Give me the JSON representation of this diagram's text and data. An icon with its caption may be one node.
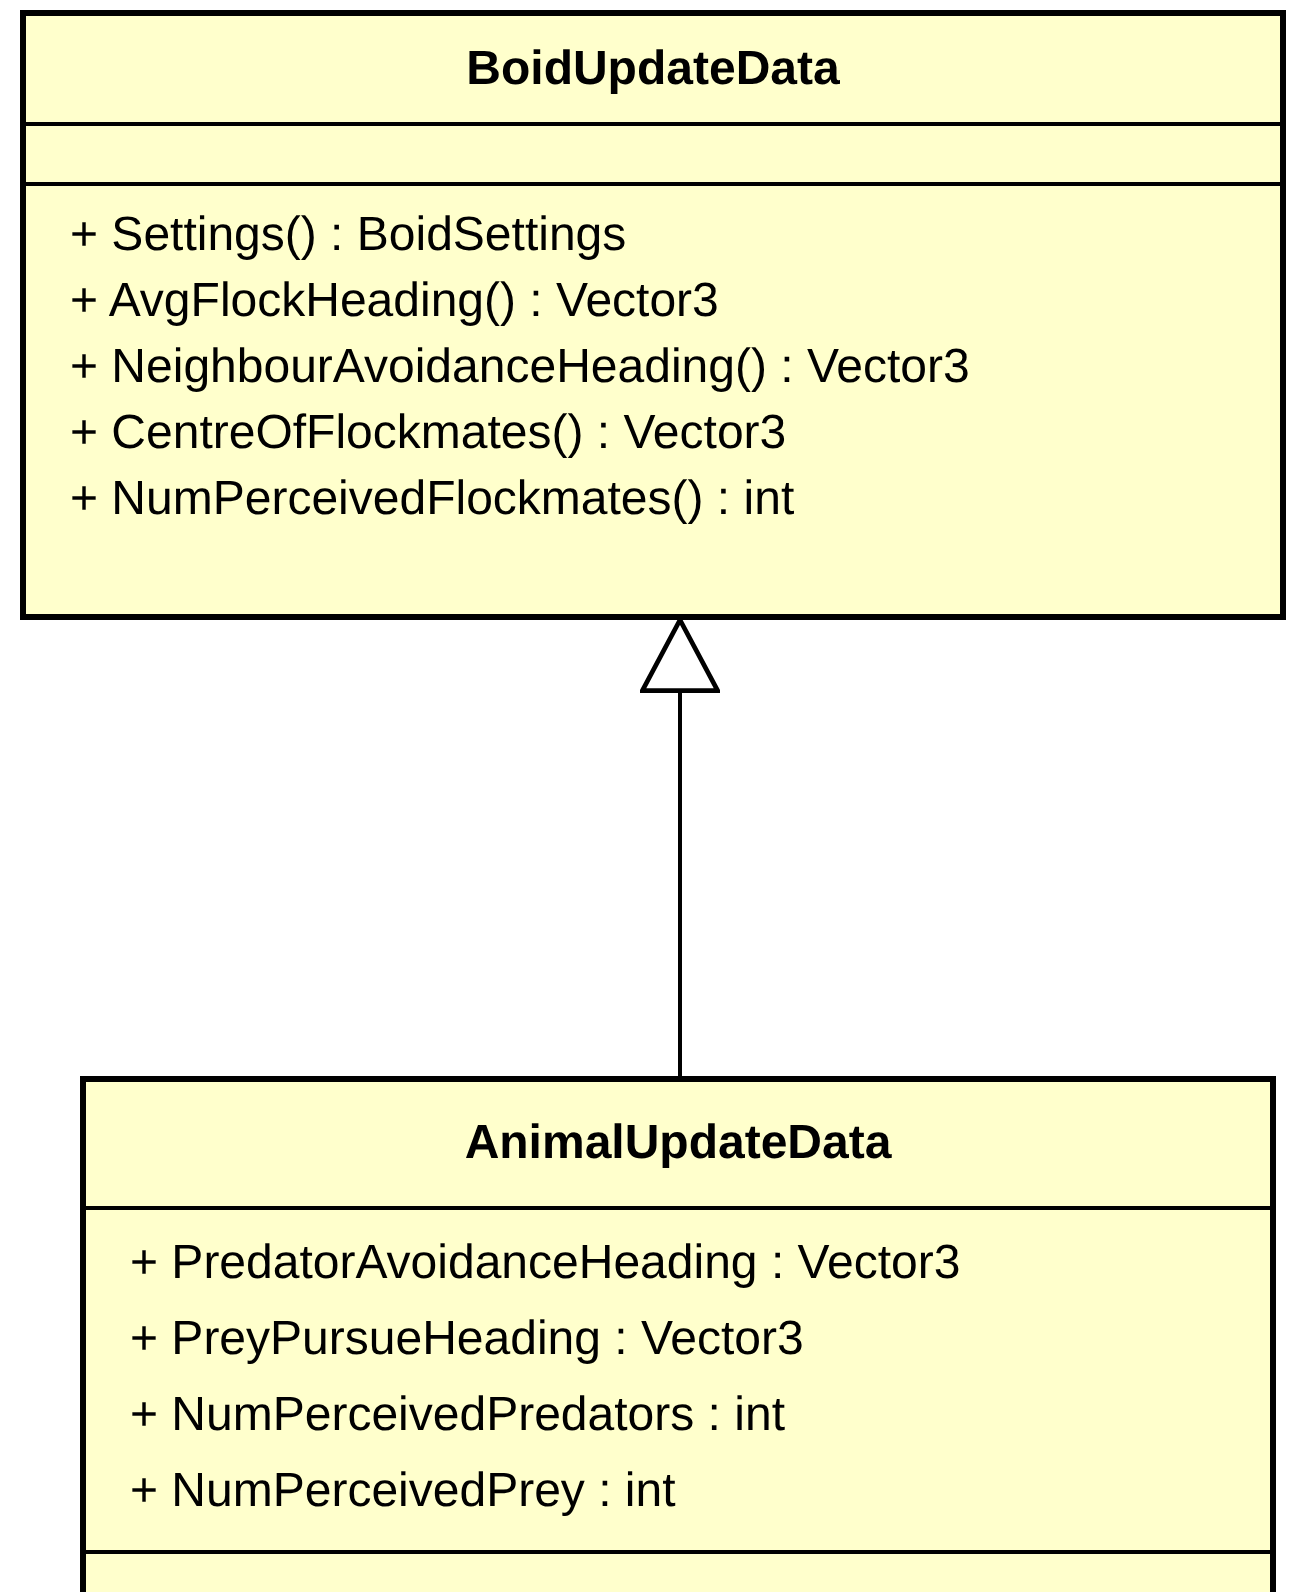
{
  "diagram": {
    "nodes": [
      {
        "text": [
          "BoidUpdateData",
          "+ Settings() : BoidSettings",
          "+ AvgFlockHeading() : Vector3",
          "+ NeighbourAvoidanceHeading() : Vector3",
          "+ CentreOfFlockmates() : Vector3",
          "+ NumPerceivedFlockmates() : int"
        ]
      },
      {
        "text": [
          "AnimalUpdateData",
          "+ PredatorAvoidanceHeading : Vector3",
          "+ PreyPursueHeading : Vector3",
          "+ NumPerceivedPredators : int",
          "+ NumPerceivedPrey : int"
        ]
      }
    ],
    "edges": [
      {
        "from": 1,
        "to": 0,
        "arrow": "to"
      }
    ]
  }
}
